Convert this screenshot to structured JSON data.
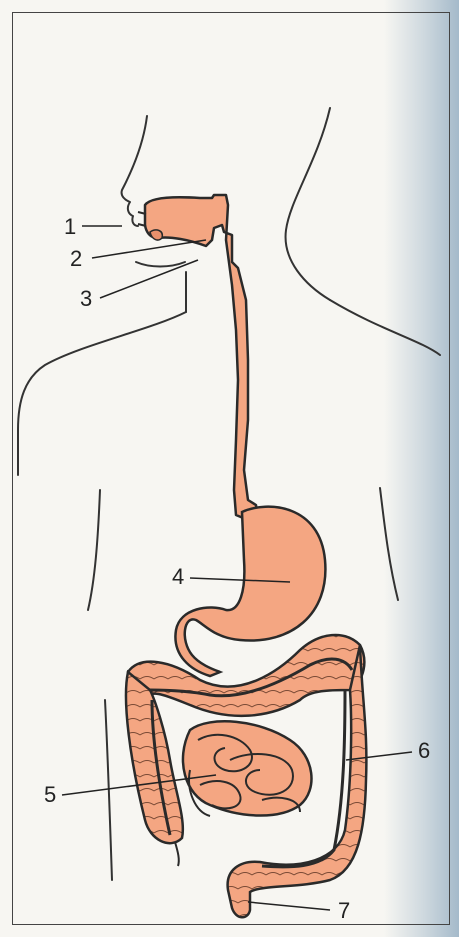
{
  "diagram": {
    "colors": {
      "organ_fill": "#f4a682",
      "organ_stroke": "#2a2a2a",
      "outline": "#333333",
      "leader": "#222222"
    },
    "labels": [
      {
        "id": "1",
        "text": "1"
      },
      {
        "id": "2",
        "text": "2"
      },
      {
        "id": "3",
        "text": "3"
      },
      {
        "id": "4",
        "text": "4"
      },
      {
        "id": "5",
        "text": "5"
      },
      {
        "id": "6",
        "text": "6"
      },
      {
        "id": "7",
        "text": "7"
      }
    ]
  }
}
